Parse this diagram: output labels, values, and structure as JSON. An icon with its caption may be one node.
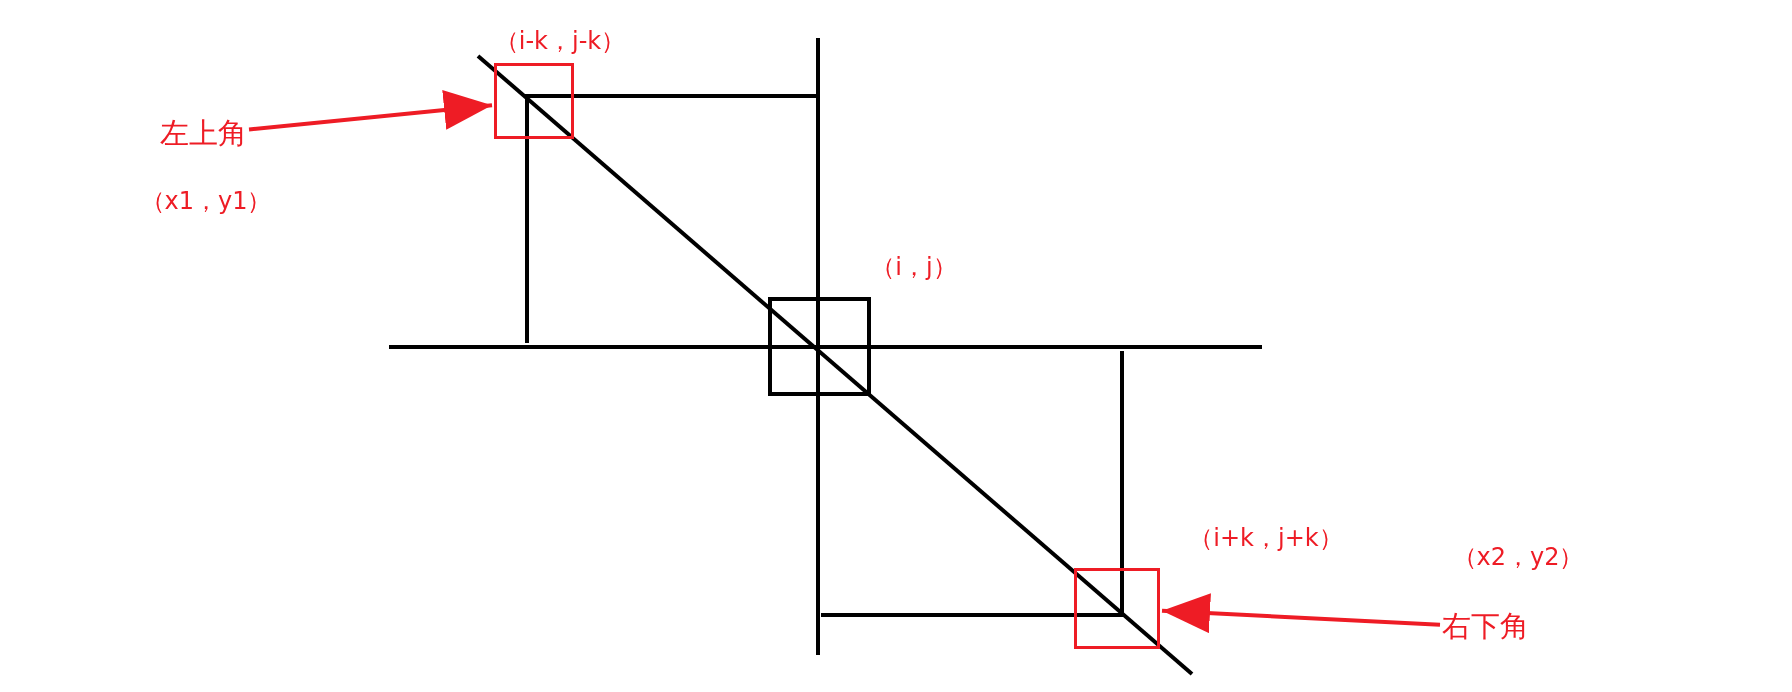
{
  "diagram": {
    "nodes": [
      {
        "text": [
          "左上角"
        ]
      },
      {
        "text": [],
        "shape": "box"
      },
      {
        "text": [
          "右下角"
        ]
      },
      {
        "text": [],
        "shape": "box"
      }
    ],
    "edges": [
      {
        "from": 0,
        "to": 1,
        "arrow": "to"
      },
      {
        "from": 2,
        "to": 3,
        "arrow": "to"
      }
    ],
    "labels": [
      "（i-k，j-k）",
      "（x1，y1）",
      "（i，j）",
      "（i+k，j+k）",
      "（x2，y2）"
    ]
  }
}
